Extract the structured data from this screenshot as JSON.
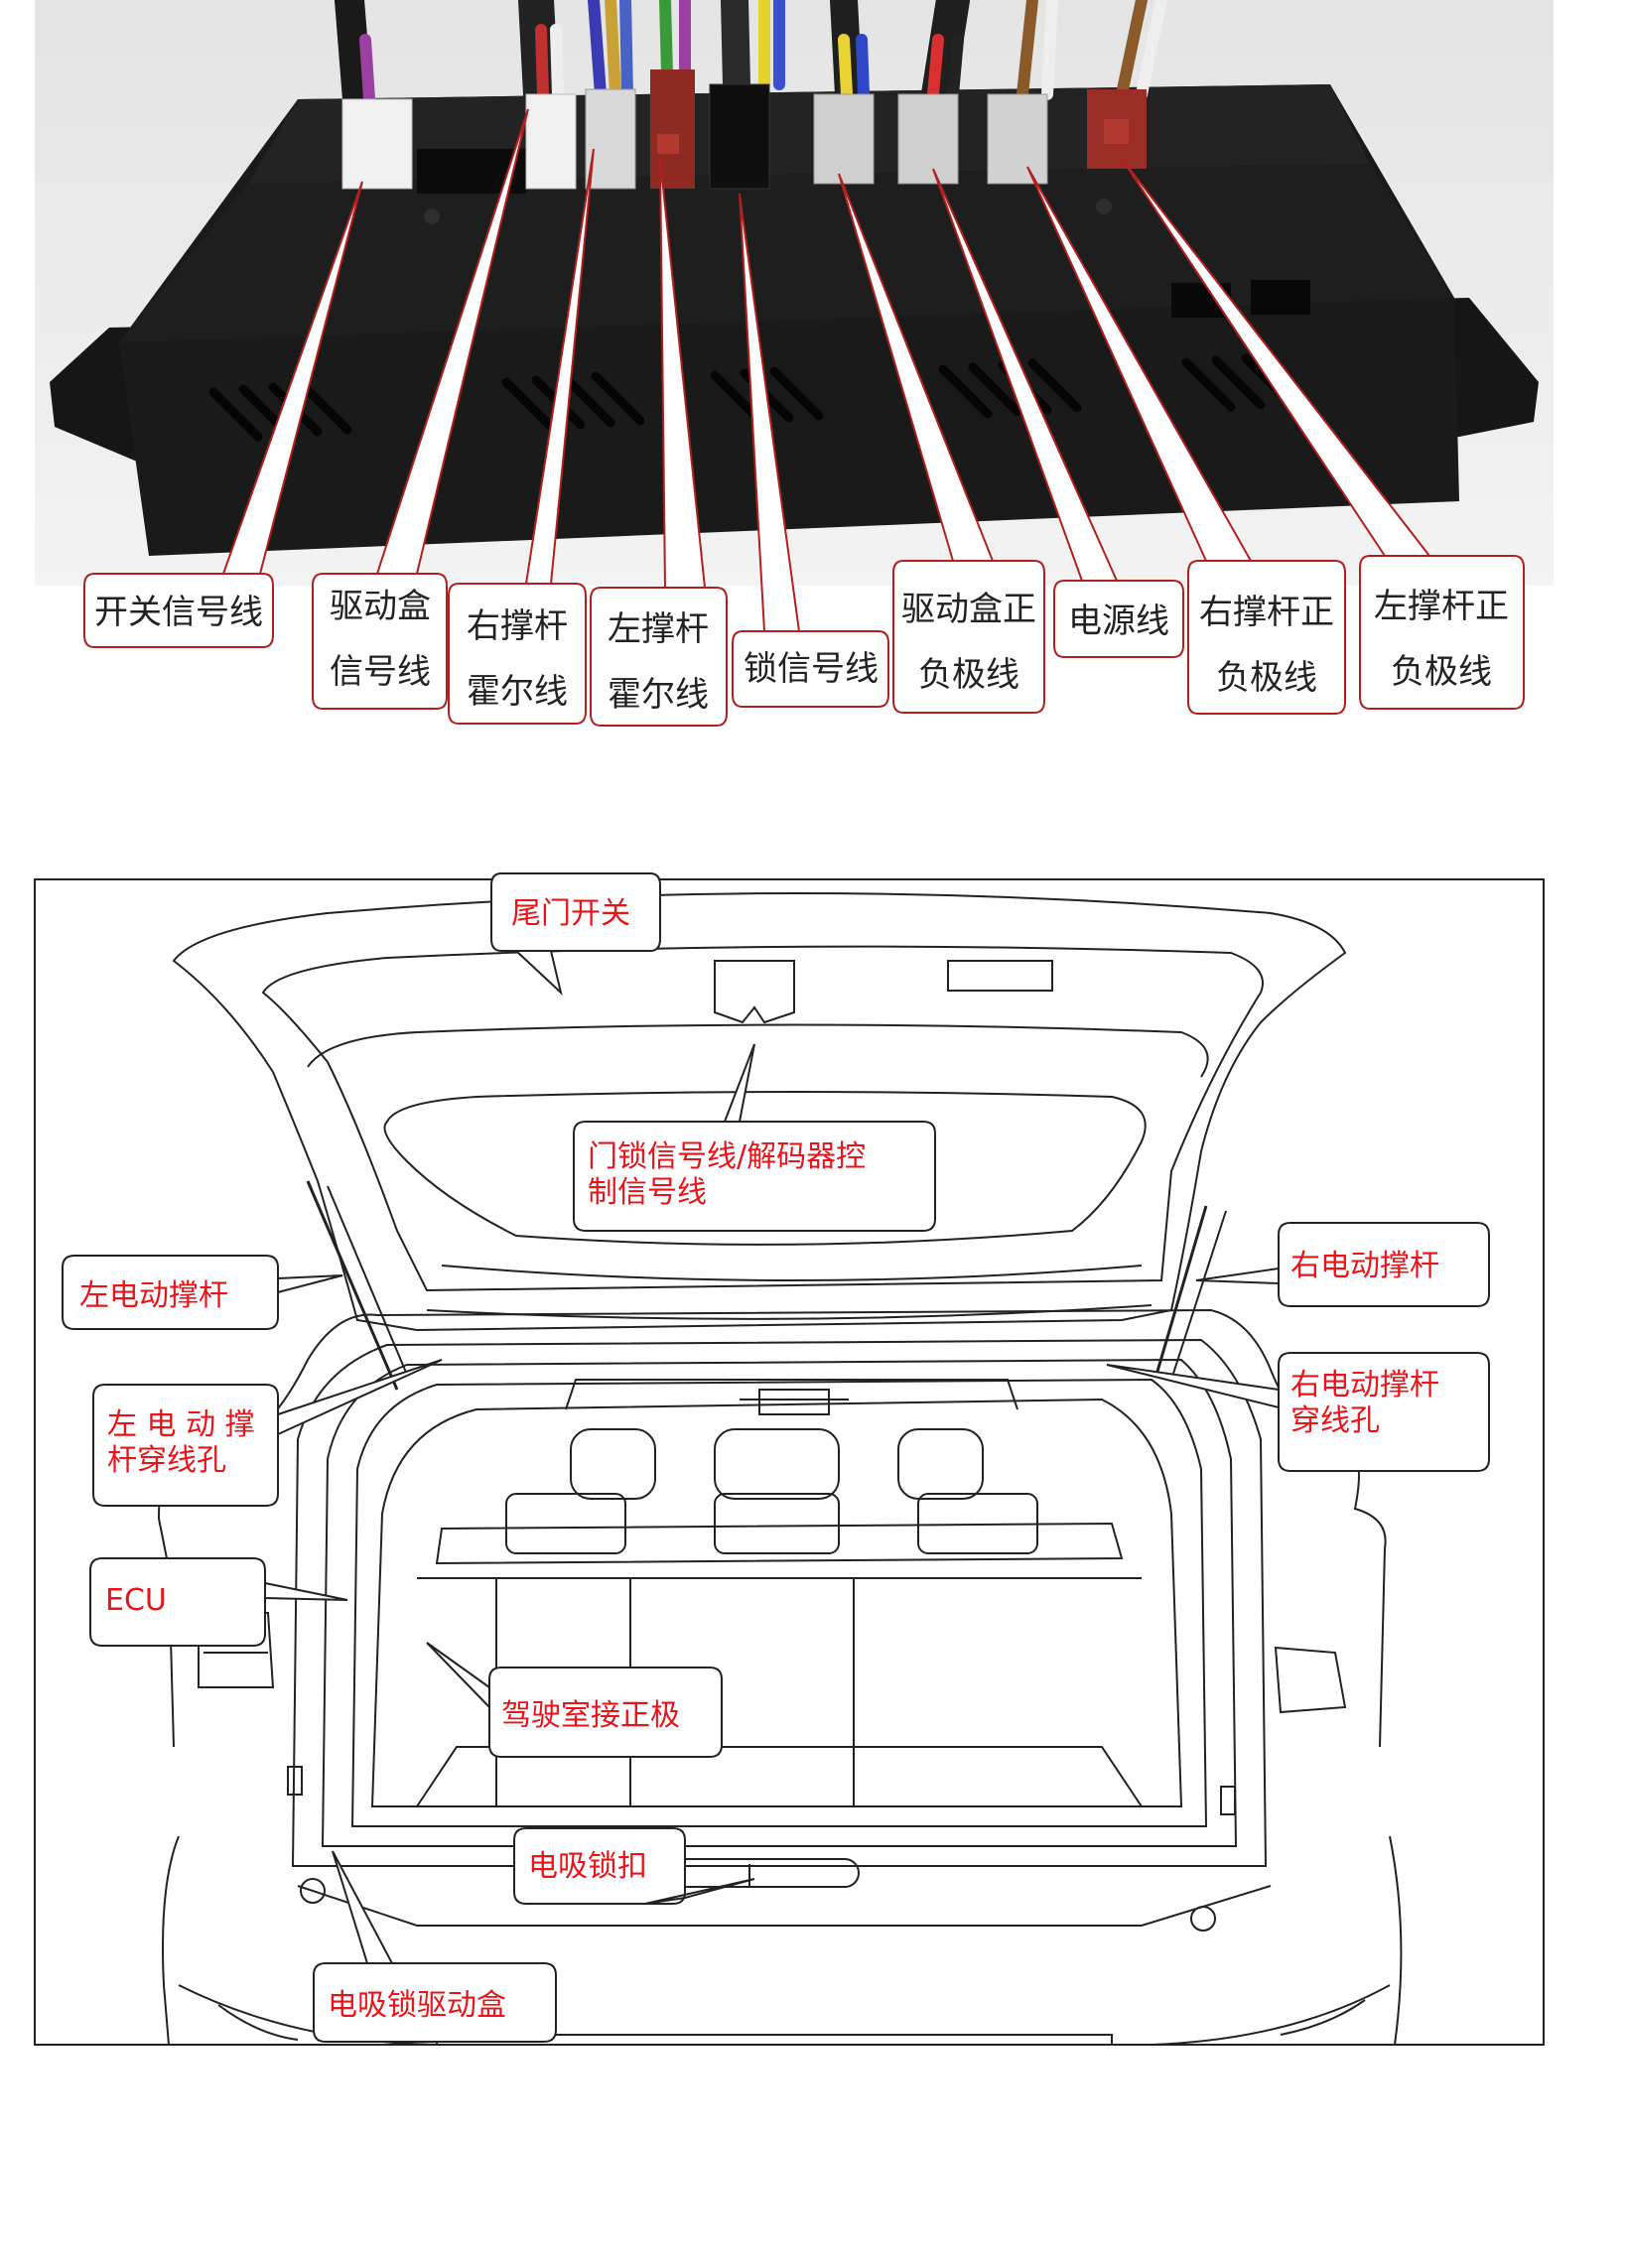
{
  "connector_labels": [
    {
      "id": "switch-signal",
      "lines": [
        "开关信号线"
      ]
    },
    {
      "id": "drive-box-signal",
      "lines": [
        "驱动盒",
        "信号线"
      ]
    },
    {
      "id": "right-strut-hall",
      "lines": [
        "右撑杆",
        "霍尔线"
      ]
    },
    {
      "id": "left-strut-hall",
      "lines": [
        "左撑杆",
        "霍尔线"
      ]
    },
    {
      "id": "lock-signal",
      "lines": [
        "锁信号线"
      ]
    },
    {
      "id": "drive-box-power",
      "lines": [
        "驱动盒正",
        "负极线"
      ]
    },
    {
      "id": "power-line",
      "lines": [
        "电源线"
      ]
    },
    {
      "id": "right-strut-power",
      "lines": [
        "右撑杆正",
        "负极线"
      ]
    },
    {
      "id": "left-strut-power",
      "lines": [
        "左撑杆正",
        "负极线"
      ]
    }
  ],
  "car_labels": [
    {
      "id": "tailgate-switch",
      "lines": [
        "尾门开关"
      ]
    },
    {
      "id": "lock-signal-decoder",
      "lines": [
        "门锁信号线/解码器控",
        "制信号线"
      ]
    },
    {
      "id": "left-strut",
      "lines": [
        "左电动撑杆"
      ]
    },
    {
      "id": "right-strut",
      "lines": [
        "右电动撑杆"
      ]
    },
    {
      "id": "left-strut-hole",
      "lines": [
        "左 电 动 撑",
        "杆穿线孔"
      ]
    },
    {
      "id": "right-strut-hole",
      "lines": [
        "右电动撑杆",
        "穿线孔"
      ]
    },
    {
      "id": "ecu",
      "lines": [
        "ECU"
      ]
    },
    {
      "id": "cabin-positive",
      "lines": [
        "驾驶室接正极"
      ]
    },
    {
      "id": "suction-latch",
      "lines": [
        "电吸锁扣"
      ]
    },
    {
      "id": "suction-drive-box",
      "lines": [
        "电吸锁驱动盒"
      ]
    }
  ],
  "colors": {
    "callout_border": "#b02020",
    "label_red": "#e8141a",
    "label_black": "#222222",
    "ecu_body": "#1c1c1c"
  }
}
